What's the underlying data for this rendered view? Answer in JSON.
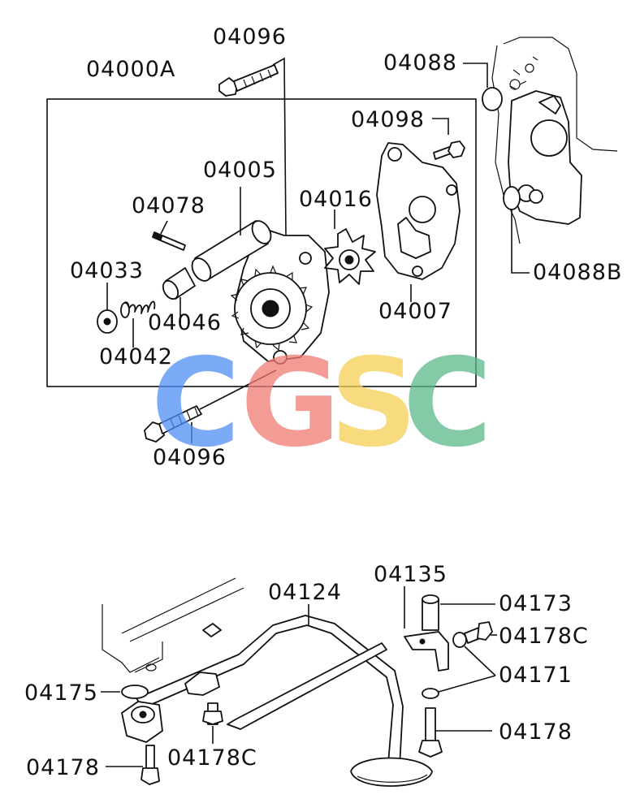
{
  "labels": {
    "assembly": "04000A",
    "bolt_top": "04096",
    "bolt_bottom": "04096",
    "housing": "04005",
    "pin": "04078",
    "plug": "04033",
    "spring": "04042",
    "plunger": "04046",
    "rotor": "04016",
    "cover": "04007",
    "cover_bolt": "04098",
    "gasket_top": "04088",
    "gasket_bottom": "04088B",
    "strainer": "04124",
    "bracket": "04135",
    "spacer": "04173",
    "bolt_c_right": "04178C",
    "washer": "04171",
    "bolt_right": "04178",
    "o_ring": "04175",
    "bolt_left": "04178",
    "bolt_c_left": "04178C"
  },
  "watermark": {
    "letters": [
      "C",
      "G",
      "S",
      "C"
    ],
    "colors": [
      "#4f8ef5",
      "#f07b74",
      "#f7cf55",
      "#5cb98a"
    ]
  }
}
